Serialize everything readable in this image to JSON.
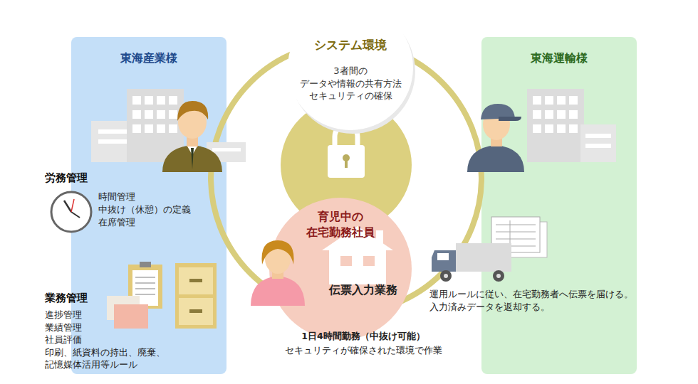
{
  "diagram": {
    "nodes": [
      {
        "text": [
          "東海産業様",
          "労務管理",
          "時間管理 中抜け（休憩）の定義 在席管理",
          "業務管理",
          "進捗管理 業績管理 社員評価 印刷、紙資料の持出、廃棄、 記憶媒体活用等ルール"
        ]
      },
      {
        "text": [
          "東海運輸様",
          "運用ルールに従い、在宅勤務者へ伝票を届ける。 入力済みデータを返却する。"
        ]
      },
      {
        "text": [
          "システム環境",
          "3者間の データや情報の共有方法 セキュリティの確保"
        ]
      },
      {
        "text": [
          "育児中の 在宅勤務社員",
          "伝票入力業務"
        ]
      }
    ],
    "labels": [
      "1日4時間勤務（中抜け可能）",
      "セキュリティが確保された環境で作業"
    ]
  }
}
